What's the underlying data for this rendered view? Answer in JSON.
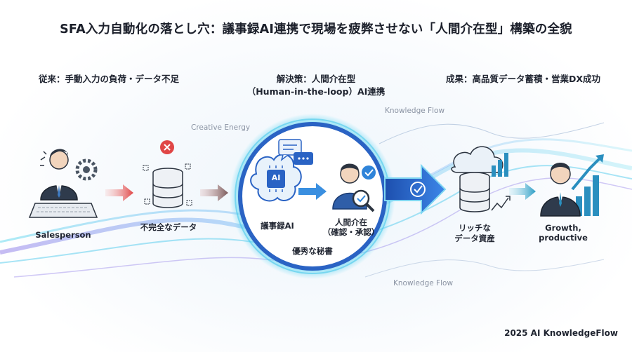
{
  "title": "SFA入力自動化の落とし穴：議事録AI連携で現場を疲弊させない「人間介在型」構築の全貌",
  "sections": {
    "before": "従来：手動入力の負荷・データ不足",
    "solution_line1": "解決策：人間介在型",
    "solution_line2": "（Human-in-the-loop）AI連携",
    "result": "成果：高品質データ蓄積・営業DX成功"
  },
  "labels": {
    "salesperson": "Salesperson",
    "incomplete_data": "不完全なデータ",
    "minutes_ai": "議事録AI",
    "human_line1": "人間介在",
    "human_line2": "（確認・承認）",
    "secretary": "優秀な秘書",
    "rich_data_line1": "リッチな",
    "rich_data_line2": "データ資産",
    "growth_line1": "Growth,",
    "growth_line2": "productive",
    "ai_chip": "AI"
  },
  "flow_labels": {
    "creative": "Creative Energy",
    "knowledge_top": "Knowledge Flow",
    "knowledge_bottom": "Knowledge Flow"
  },
  "footer": "2025 AI KnowledgeFlow",
  "colors": {
    "accent_blue": "#2f7fd1",
    "dark_navy": "#2c3e57",
    "error_red": "#e04646",
    "cyan_glow": "#3ec6ea",
    "bar_teal": "#2a8fbf"
  }
}
